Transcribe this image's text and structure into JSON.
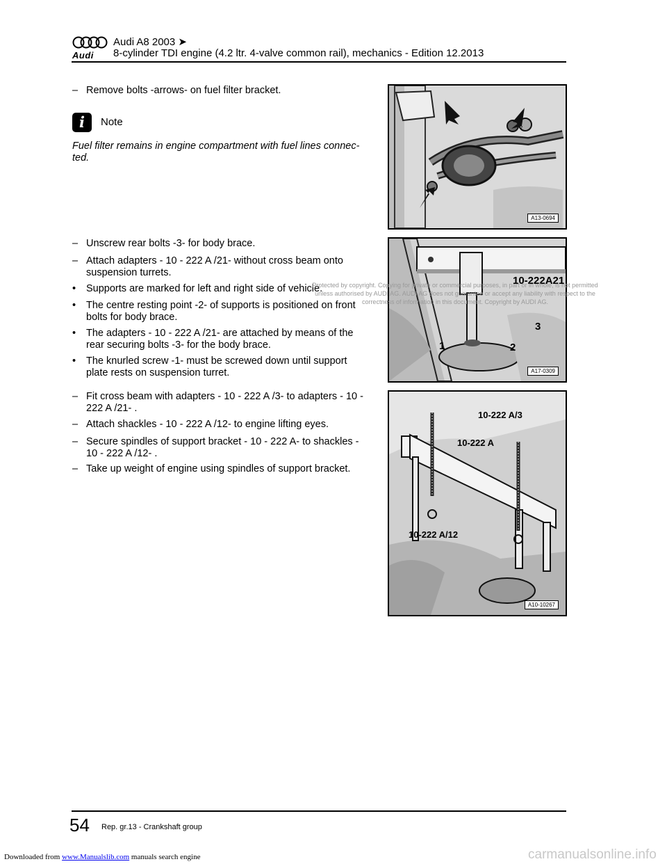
{
  "header": {
    "model": "Audi A8 2003 ➤",
    "brand": "Audi",
    "title": "8-cylinder TDI engine (4.2 ltr. 4-valve common rail), mechanics - Edition 12.2013"
  },
  "section1": {
    "step1": {
      "marker": "–",
      "text": "Remove bolts -arrows- on fuel filter bracket."
    },
    "note": {
      "icon": "i",
      "label": "Note",
      "text": "Fuel filter remains in engine compartment with fuel lines connec-ted."
    }
  },
  "section2": {
    "steps": [
      {
        "marker": "–",
        "text": "Unscrew rear bolts -3- for body brace."
      },
      {
        "marker": "–",
        "text": "Attach adapters - 10 - 222 A /21- without cross beam onto suspension turrets."
      },
      {
        "marker": "•",
        "text": "Supports are marked for left and right side of vehicle."
      },
      {
        "marker": "•",
        "text": "The centre resting point -2- of supports is positioned on front bolts for body brace."
      },
      {
        "marker": "•",
        "text": "The adapters - 10 - 222 A /21- are attached by means of the rear securing bolts -3- for the body brace."
      },
      {
        "marker": "•",
        "text": "The knurled screw -1- must be screwed down until support plate rests on suspension turret."
      }
    ]
  },
  "section3": {
    "steps": [
      {
        "marker": "–",
        "text": "Fit cross beam with adapters - 10 - 222 A /3- to adapters - 10 - 222 A /21- ."
      },
      {
        "marker": "–",
        "text": "Attach shackles - 10 - 222 A /12- to engine lifting eyes."
      },
      {
        "marker": "–",
        "text": "Secure spindles of support bracket - 10 - 222 A- to shackles - 10 - 222 A /12- ."
      },
      {
        "marker": "–",
        "text": "Take up weight of engine using spindles of support bracket."
      }
    ]
  },
  "figures": {
    "fig1": {
      "code": "A13-0694"
    },
    "fig2": {
      "code": "A17-0309",
      "label_tool": "10-222A21",
      "label_1": "1",
      "label_2": "2",
      "label_3": "3"
    },
    "fig3": {
      "code": "A10-10267",
      "label_a3": "10-222 A/3",
      "label_a": "10-222 A",
      "label_a12": "10-222 A/12"
    }
  },
  "watermark": {
    "text": "Protected by copyright. Copying for private or commercial purposes, in part or in whole, is not permitted unless authorised by AUDI AG. AUDI AG does not guarantee or accept any liability with respect to the correctness of information in this document. Copyright by AUDI AG."
  },
  "footer": {
    "page": "54",
    "section": "Rep. gr.13 - Crankshaft group"
  },
  "download_bar": {
    "prefix": "Downloaded from",
    "link": "www.Manualslib.com",
    "suffix": "manuals search engine",
    "right": "carmanualsonline.info"
  }
}
